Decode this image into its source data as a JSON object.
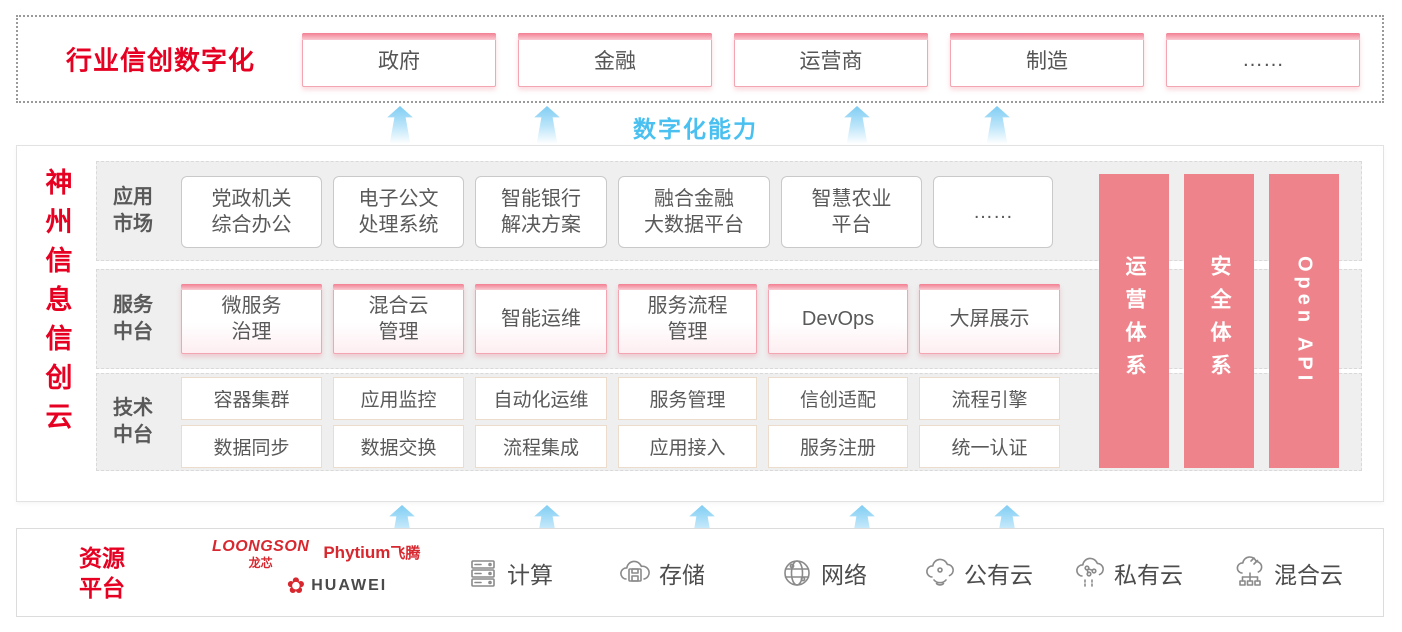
{
  "colors": {
    "brand_red": "#e60021",
    "pink_bar": "#ee838b",
    "capability_blue": "#49c0f0",
    "pink_border": "#f3a5b1",
    "row_bg": "#efefef"
  },
  "top_banner": {
    "title": "行业信创数字化",
    "industries": [
      "政府",
      "金融",
      "运营商",
      "制造",
      "……"
    ]
  },
  "capability_label": "数字化能力",
  "main": {
    "title": "神州信息信创云",
    "app_row": {
      "label": "应用\n市场",
      "items": [
        "党政机关\n综合办公",
        "电子公文\n处理系统",
        "智能银行\n解决方案",
        "融合金融\n大数据平台",
        "智慧农业\n平台",
        "……"
      ]
    },
    "service_row": {
      "label": "服务\n中台",
      "items": [
        "微服务\n治理",
        "混合云\n管理",
        "智能运维",
        "服务流程\n管理",
        "DevOps",
        "大屏展示"
      ]
    },
    "tech_row": {
      "label": "技术\n中台",
      "items_row1": [
        "容器集群",
        "应用监控",
        "自动化运维",
        "服务管理",
        "信创适配",
        "流程引擎"
      ],
      "items_row2": [
        "数据同步",
        "数据交换",
        "流程集成",
        "应用接入",
        "服务注册",
        "统一认证"
      ]
    },
    "side_bars": [
      "运营体系",
      "安全体系",
      "Open API"
    ]
  },
  "resources": {
    "label": "资源\n平台",
    "vendors": {
      "loongson": "LOONGSON",
      "loongson_sub": "龙芯",
      "phytium": "Phytium",
      "phytium_sub": "飞腾",
      "huawei": "HUAWEI"
    },
    "items": [
      {
        "icon": "server-icon",
        "label": "计算"
      },
      {
        "icon": "storage-cloud-icon",
        "label": "存储"
      },
      {
        "icon": "network-globe-icon",
        "label": "网络"
      },
      {
        "icon": "public-cloud-icon",
        "label": "公有云"
      },
      {
        "icon": "private-cloud-icon",
        "label": "私有云"
      },
      {
        "icon": "hybrid-cloud-icon",
        "label": "混合云"
      }
    ]
  }
}
